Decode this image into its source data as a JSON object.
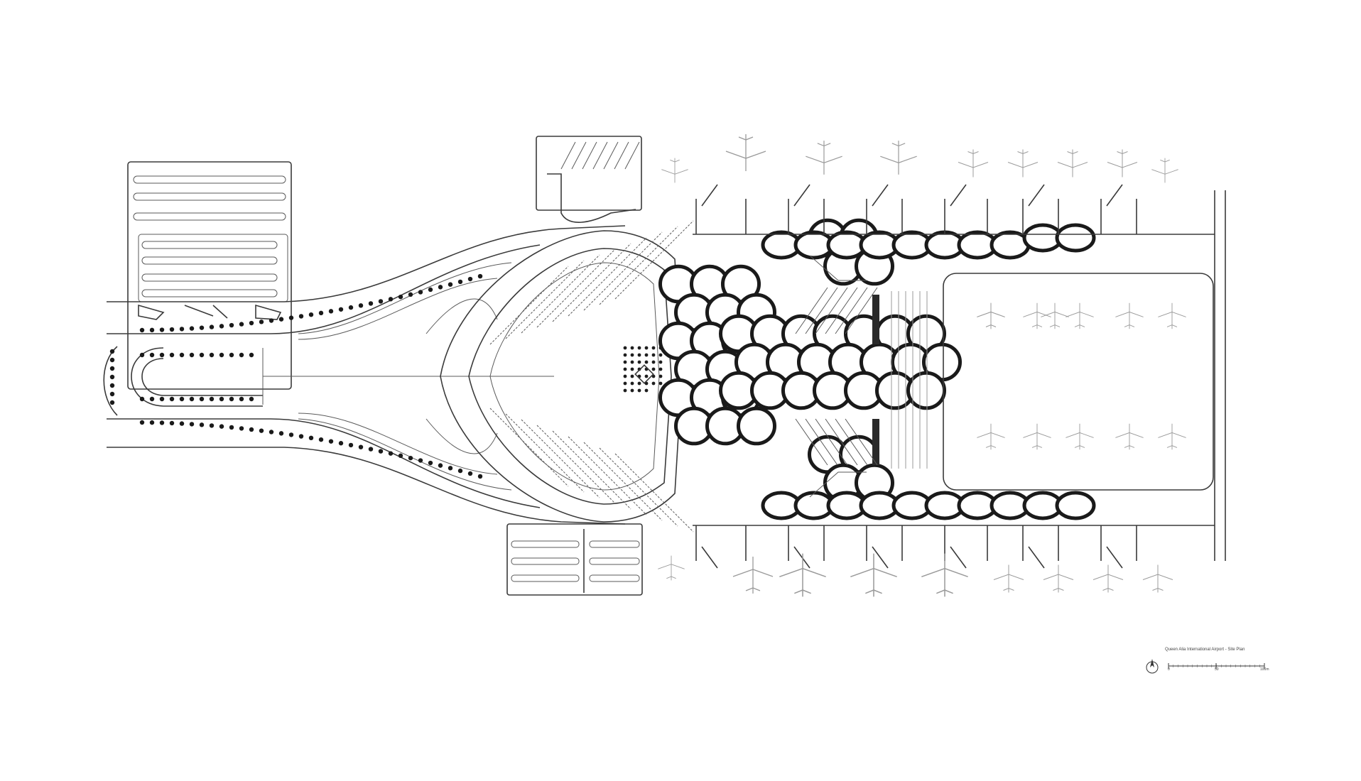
{
  "legend": {
    "title": "Queen Alia International Airport - Site Plan",
    "north_symbol": "north-arrow-icon",
    "scale_labels": [
      "0",
      "50",
      "100m"
    ]
  },
  "colors": {
    "line": "#3a3a3a",
    "shell": "#1a1a1a",
    "planes": "#9a9a9a",
    "background": "#ffffff"
  }
}
